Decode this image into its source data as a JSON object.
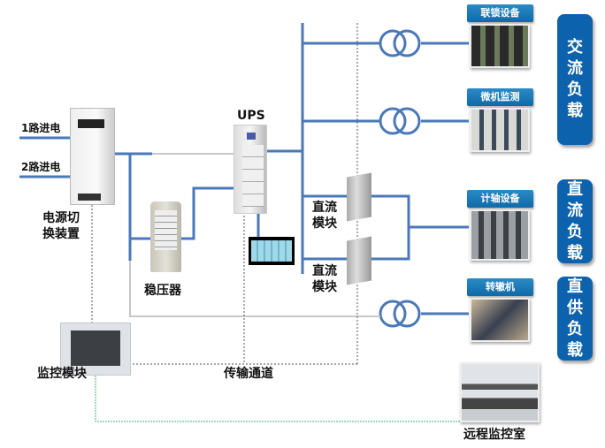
{
  "inputs": {
    "line1": "1路进电",
    "line2": "2路进电"
  },
  "devices": {
    "switch_device": [
      "电源切",
      "换装置"
    ],
    "ups": "UPS",
    "stabilizer": "稳压器",
    "dc_module_1": [
      "直流",
      "模块"
    ],
    "dc_module_2": [
      "直流",
      "模块"
    ],
    "monitor_module": "监控模块",
    "remote_room": "远程监控室"
  },
  "channel": "传输通道",
  "loads": [
    {
      "label": "联锁设备",
      "group": "ac"
    },
    {
      "label": "微机监测",
      "group": "ac"
    },
    {
      "label": "计轴设备",
      "group": "dc"
    },
    {
      "label": "转辙机",
      "group": "direct"
    }
  ],
  "groups": {
    "ac": [
      "交",
      "流",
      "负",
      "载"
    ],
    "dc": [
      "直",
      "流",
      "负",
      "载"
    ],
    "direct": [
      "直",
      "供",
      "负",
      "载"
    ]
  },
  "colors": {
    "wire": "#4a78b8",
    "gray_wire": "#c8c8c8",
    "tag": "#1a7bbd",
    "group_box": "#0d62ad",
    "comm_line": "#7fcf9e"
  }
}
